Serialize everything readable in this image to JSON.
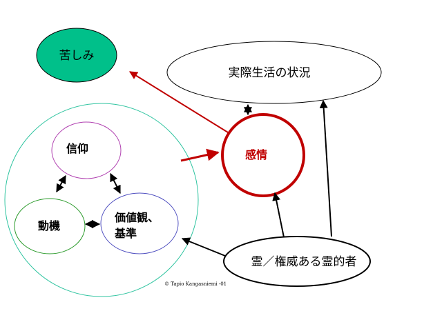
{
  "nodes": {
    "suffering": "苦しみ",
    "real_life": "実際生活の状況",
    "feelings": "感情",
    "faith": "信仰",
    "motive": "動機",
    "values_line1": "価値観、",
    "values_line2": "基準",
    "spirit": "霊／権威ある霊的者"
  },
  "copyright": "© Tapio Kangasniemi -01",
  "colors": {
    "suffering_fill": "#00c08a",
    "feelings_stroke": "#c00000",
    "red_arrow": "#c00000",
    "big_circle": "#2fc4a0",
    "faith_stroke": "#b040b0",
    "motive_stroke": "#2a9a2a",
    "values_stroke": "#5050c0"
  }
}
